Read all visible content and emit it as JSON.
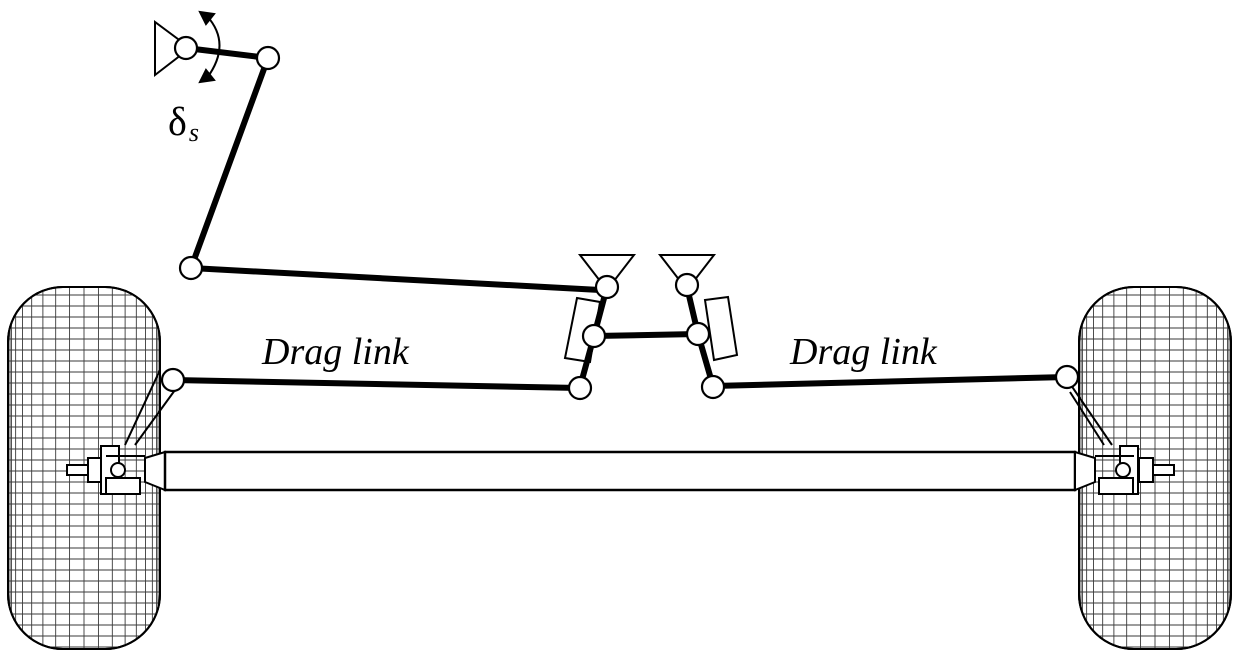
{
  "labels": {
    "steering_input_symbol": "δ",
    "steering_input_subscript": "s",
    "drag_link_left": "Drag link",
    "drag_link_right": "Drag link"
  },
  "colors": {
    "stroke": "#000000",
    "fill": "#ffffff",
    "tire_mesh": "#3a3a3a"
  }
}
